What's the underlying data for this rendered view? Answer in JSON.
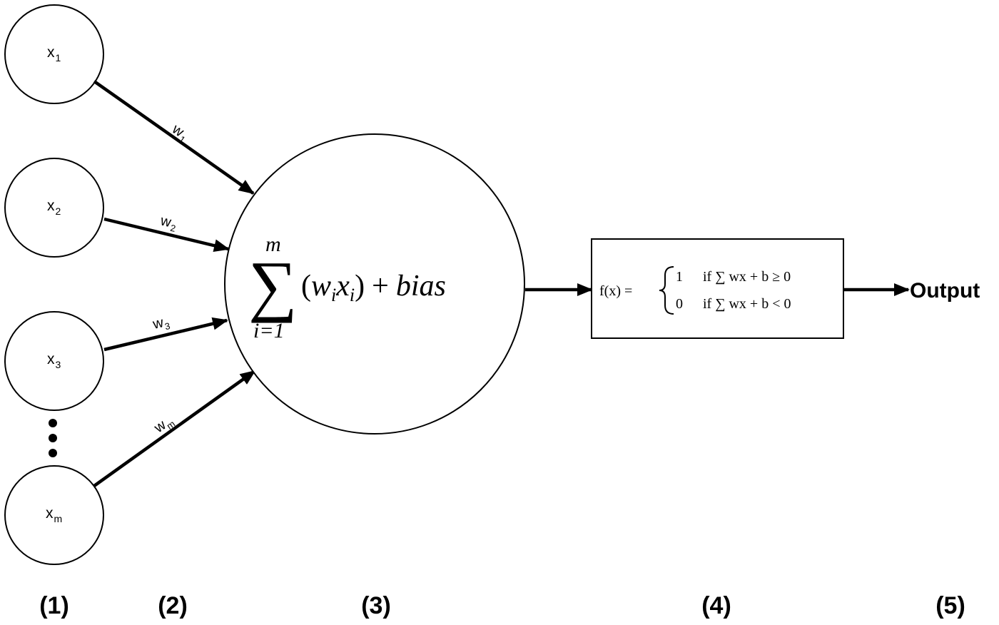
{
  "inputs": [
    {
      "base": "x",
      "sub": "1"
    },
    {
      "base": "x",
      "sub": "2"
    },
    {
      "base": "x",
      "sub": "3"
    },
    {
      "base": "x",
      "sub": "m"
    }
  ],
  "weights": [
    {
      "base": "w",
      "sub": "1"
    },
    {
      "base": "w",
      "sub": "2"
    },
    {
      "base": "w",
      "sub": "3"
    },
    {
      "base": "w",
      "sub": "m"
    }
  ],
  "summation": {
    "symbol": "∑",
    "upper": "m",
    "lower": "i=1",
    "open_paren": "(",
    "w": "w",
    "w_sub": "i",
    "x": "x",
    "x_sub": "i",
    "close_paren": ")",
    "plus": "+",
    "bias": "bias"
  },
  "activation": {
    "fx": "f(x) =",
    "case1_value": "1",
    "case1_condition": "if ∑ wx + b ≥ 0",
    "case2_value": "0",
    "case2_condition": "if ∑ wx + b < 0"
  },
  "output_label": "Output",
  "step_labels": [
    "(1)",
    "(2)",
    "(3)",
    "(4)",
    "(5)"
  ]
}
